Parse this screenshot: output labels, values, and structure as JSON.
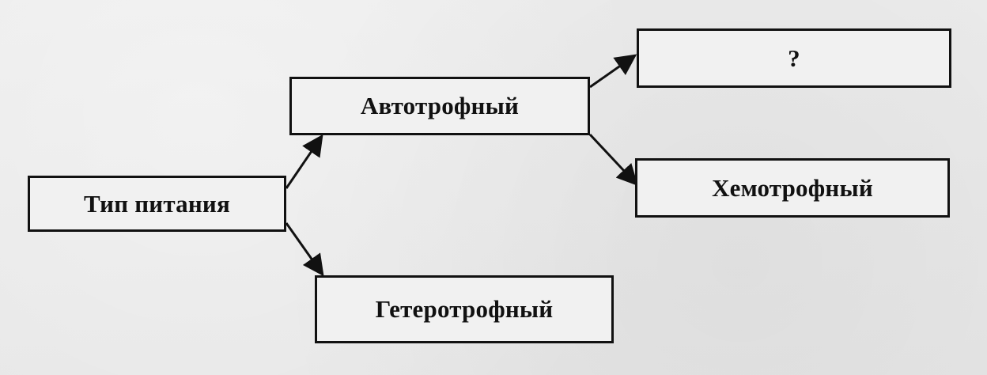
{
  "diagram": {
    "nodes": {
      "root": {
        "label": "Тип питания"
      },
      "autotroph": {
        "label": "Автотрофный"
      },
      "unknown": {
        "label": "?"
      },
      "chemotroph": {
        "label": "Хемотрофный"
      },
      "heterotroph": {
        "label": "Гетеротрофный"
      }
    },
    "edges": [
      {
        "from": "root",
        "to": "autotroph"
      },
      {
        "from": "root",
        "to": "heterotroph"
      },
      {
        "from": "autotroph",
        "to": "unknown"
      },
      {
        "from": "autotroph",
        "to": "chemotroph"
      }
    ]
  },
  "colors": {
    "ink": "#111111",
    "paper": "#e9e9e9",
    "box_fill": "#f1f1f1"
  }
}
